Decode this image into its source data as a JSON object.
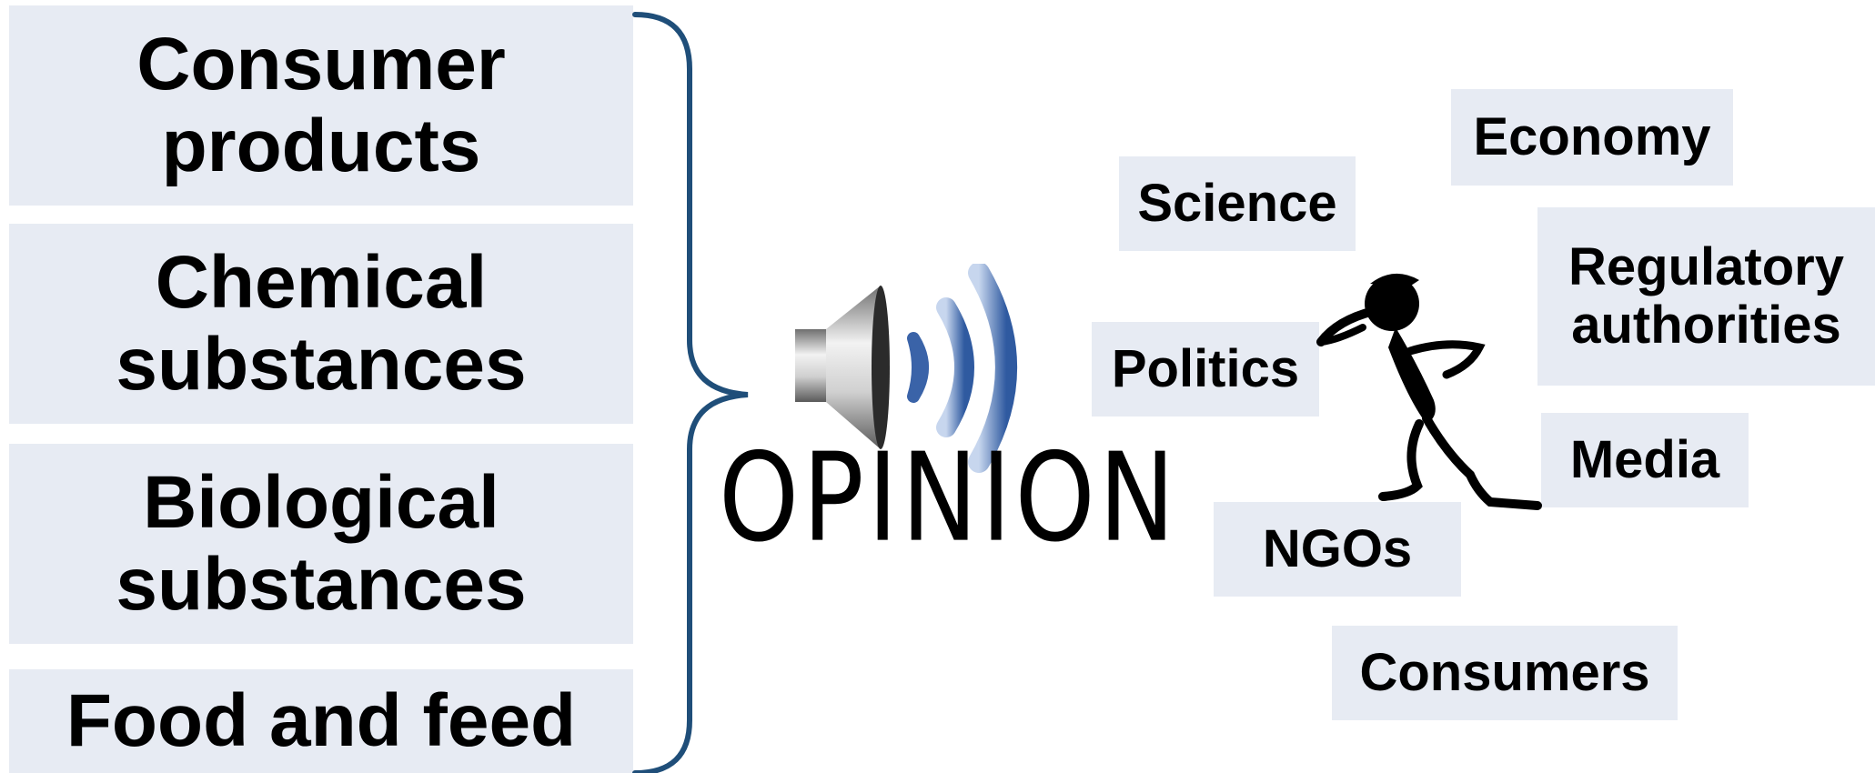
{
  "categories": [
    "Consumer\nproducts",
    "Chemical\nsubstances",
    "Biological\nsubstances",
    "Food and feed"
  ],
  "center": {
    "word": "OPINION",
    "icon": "speaker-icon"
  },
  "stakeholders": {
    "economy": "Economy",
    "science": "Science",
    "regulatory": "Regulatory\nauthorities",
    "politics": "Politics",
    "media": "Media",
    "ngos": "NGOs",
    "consumers": "Consumers"
  },
  "colors": {
    "box_fill": "#e7ebf3",
    "brace": "#1f4e79",
    "wave_blue": "#3a63a8"
  }
}
